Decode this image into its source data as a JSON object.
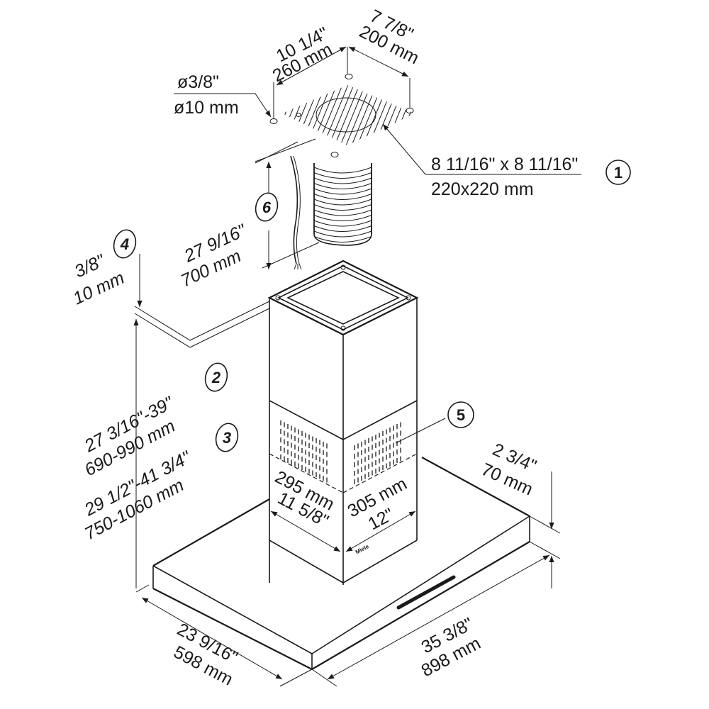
{
  "diagram": {
    "subject": "Chimney range hood installation dimensions",
    "labels": {
      "hole_spacing_a_in": "10 1/4\"",
      "hole_spacing_a_mm": "260 mm",
      "hole_spacing_b_in": "7 7/8\"",
      "hole_spacing_b_mm": "200 mm",
      "hole_diameter_in": "ø3/8\"",
      "hole_diameter_mm": "ø10 mm",
      "duct_area_in": "8 11/16\" x 8 11/16\"",
      "duct_area_mm": "220x220 mm",
      "hose_length_in": "27 9/16\"",
      "hose_length_mm": "700 mm",
      "ceiling_gap_in": "3/8\"",
      "ceiling_gap_mm": "10 mm",
      "height_range_2_in": "27 3/16\"-39\"",
      "height_range_2_mm": "690-990 mm",
      "height_range_3_in": "29 1/2\"-41 3/4\"",
      "height_range_3_mm": "750-1060 mm",
      "chimney_depth_mm": "295 mm",
      "chimney_depth_in": "11 5/8\"",
      "chimney_width_mm": "305 mm",
      "chimney_width_in": "12\"",
      "canopy_height_in": "2 3/4\"",
      "canopy_height_mm": "70 mm",
      "canopy_depth_in": "23 9/16\"",
      "canopy_depth_mm": "598 mm",
      "canopy_width_in": "35 3/8\"",
      "canopy_width_mm": "898 mm"
    },
    "callouts": [
      "1",
      "2",
      "3",
      "4",
      "5",
      "6"
    ]
  }
}
